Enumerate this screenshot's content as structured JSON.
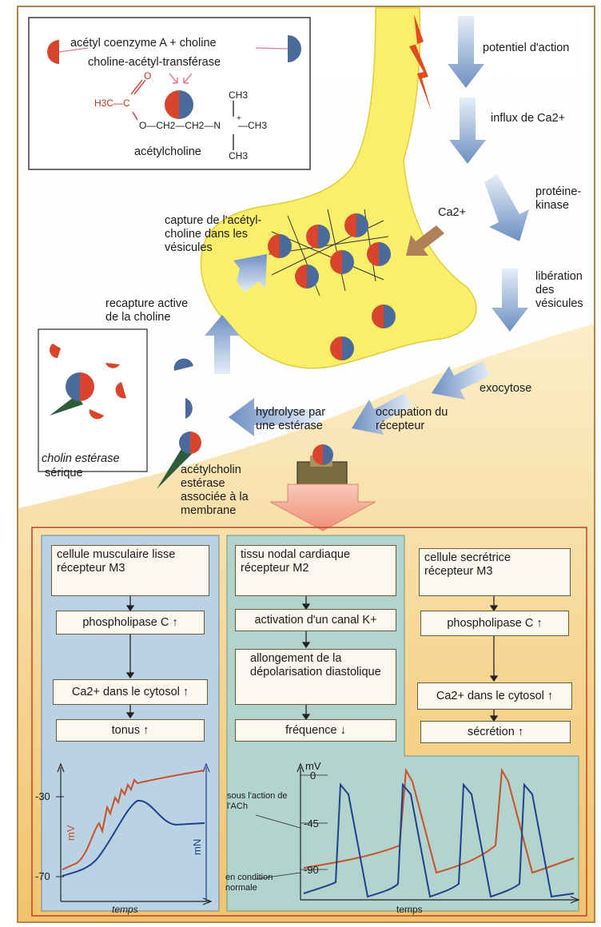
{
  "synthesis": {
    "reaction": "acétyl coenzyme A + choline",
    "enzyme": "choline-acétyl-transférase",
    "product": "acétylcholine",
    "formula": {
      "acetyl": "H3C—C",
      "ester_o": "O—CH2—CH2—N",
      "methyl_top": "CH3",
      "methyl_right": "—CH3",
      "methyl_bottom": "CH3",
      "charge": "+",
      "carbonyl_o": "O"
    }
  },
  "cascade": {
    "action_potential": "potentiel d'action",
    "calcium_influx": "influx de Ca2+",
    "protein_kinase": "protéine-kinase",
    "vesicle_release": "libération des vésicules",
    "exocytosis": "exocytose",
    "calcium_label": "Ca2+"
  },
  "cycle": {
    "vesicle_uptake": "capture de l'acétyl-choline dans les vésicules",
    "choline_reuptake": "recapture active de la choline",
    "hydrolysis": "hydrolyse par une estérase",
    "receptor_binding": "occupation du récepteur",
    "membrane_esterase": "acétylcholin estérase associée à la membrane",
    "serum_esterase_italic": "cholin estérase",
    "serum_esterase_plain": "sérique"
  },
  "effects": {
    "smooth_muscle": {
      "cell": "cellule musculaire lisse",
      "receptor": "récepteur M3",
      "step1": "phospholipase C",
      "step2": "Ca2+ dans le cytosol",
      "result": "tonus"
    },
    "cardiac": {
      "cell": "tissu nodal cardiaque",
      "receptor": "récepteur M2",
      "step1": "activation d'un canal K+",
      "step2": "allongement de la dépolarisation diastolique",
      "result": "fréquence"
    },
    "secretory": {
      "cell": "cellule secrétrice",
      "receptor": "récepteur M3",
      "step1": "phospholipase C",
      "step2": "Ca2+ dans le cytosol",
      "result": "sécrétion"
    }
  },
  "chart_data": [
    {
      "type": "line",
      "title": "",
      "xlabel": "temps",
      "ylabel_left": "mV",
      "ylabel_right": "mN",
      "yticks": [
        "-30",
        "-70"
      ],
      "series": [
        {
          "name": "mV",
          "color": "#c8502a"
        },
        {
          "name": "mN",
          "color": "#1f3f8f"
        }
      ]
    },
    {
      "type": "line",
      "title": "",
      "xlabel": "temps",
      "ylabel": "mV",
      "yticks": [
        "0",
        "-45",
        "-90"
      ],
      "annotations": [
        "sous l'action de l'ACh",
        "en condition normale"
      ],
      "series": [
        {
          "name": "sous l'action de l'ACh",
          "color": "#1f3f8f"
        },
        {
          "name": "en condition normale",
          "color": "#c8502a"
        }
      ]
    }
  ],
  "colors": {
    "terminal": "#f9ef6a",
    "cleft": "#f3c978",
    "panel_blue": "#b9d3e4",
    "panel_teal": "#b2d4cc",
    "panel_orange": "#f4c77a",
    "ach_red": "#d8452c",
    "ach_blue": "#4a6a9c",
    "arrow_blue": "#7d9cc8"
  }
}
